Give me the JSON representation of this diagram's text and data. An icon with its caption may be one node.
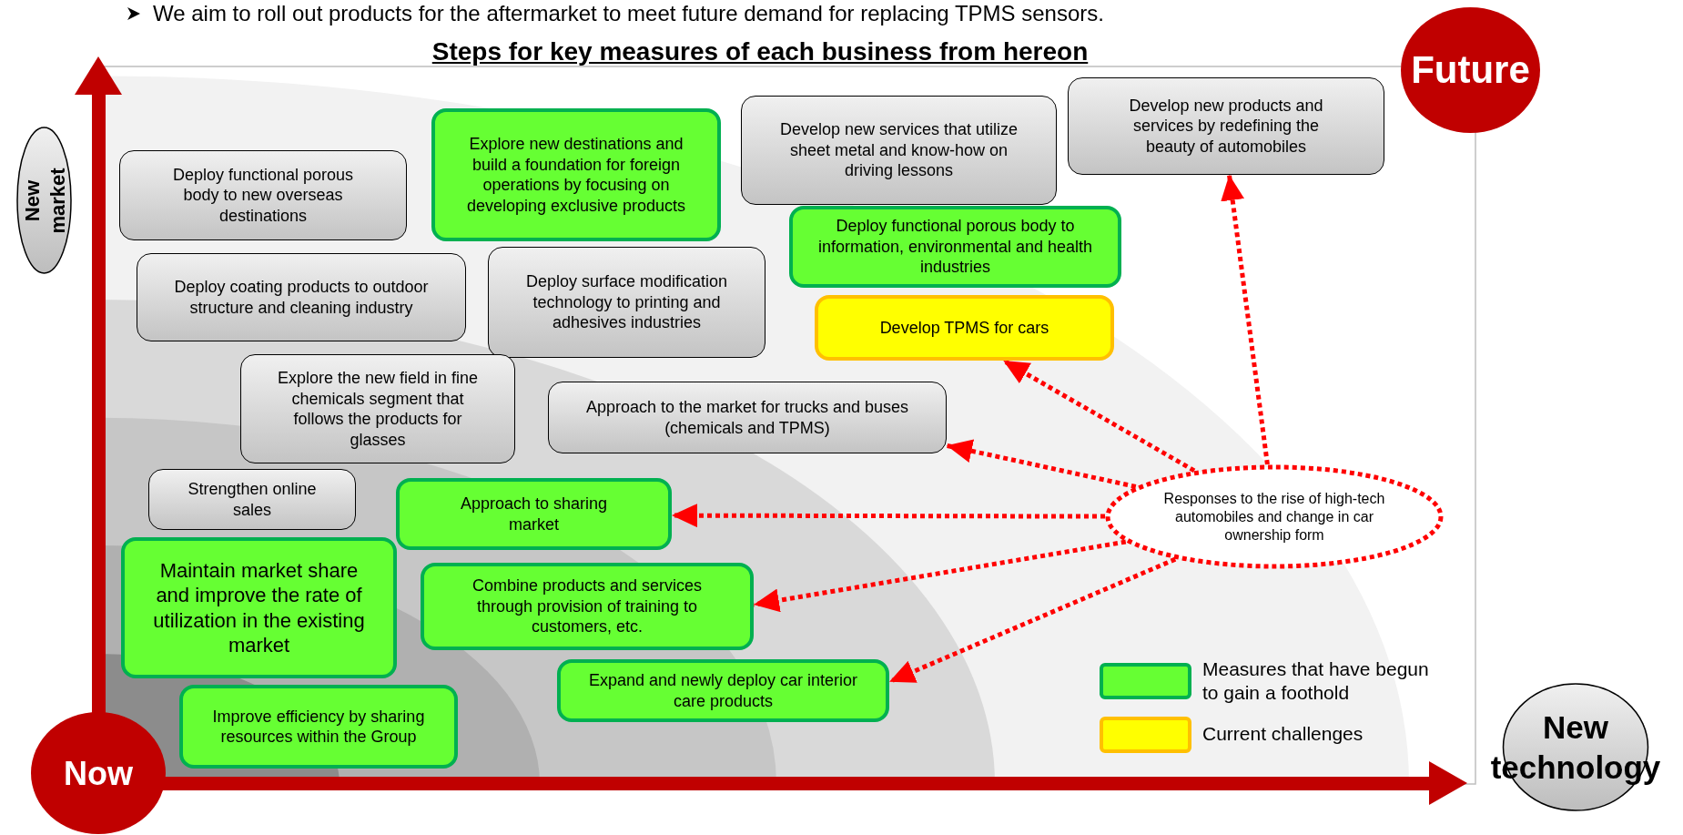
{
  "diagram": {
    "title": "Steps for key measures of each business from hereon",
    "nodes": [
      {
        "text": [
          "Future"
        ]
      },
      {
        "text": [
          "New market"
        ]
      },
      {
        "text": [
          "Now"
        ]
      },
      {
        "text": [
          "New technology"
        ]
      },
      {
        "text": [
          "Deploy functional porous body to new overseas destinations"
        ]
      },
      {
        "text": [
          "Explore new destinations and build a foundation for foreign operations by focusing on developing exclusive products"
        ]
      },
      {
        "text": [
          "Develop new services that utilize sheet metal and know-how on driving lessons"
        ]
      },
      {
        "text": [
          "Develop new products and services by redefining the beauty of automobiles"
        ]
      },
      {
        "text": [
          "Deploy coating products to outdoor structure and cleaning industry"
        ]
      },
      {
        "text": [
          "Deploy surface modification technology to printing and adhesives industries"
        ]
      },
      {
        "text": [
          "Deploy functional porous body to information, environmental and health industries"
        ]
      },
      {
        "text": [
          "Develop TPMS for cars"
        ]
      },
      {
        "text": [
          "Explore the new field in fine chemicals segment that follows the products for glasses"
        ]
      },
      {
        "text": [
          "Approach to the market for trucks and buses (chemicals and TPMS)"
        ]
      },
      {
        "text": [
          "Strengthen online sales"
        ]
      },
      {
        "text": [
          "Approach to sharing market"
        ]
      },
      {
        "text": [
          "Maintain market share and improve the rate of utilization in the existing market"
        ]
      },
      {
        "text": [
          "Combine products and services through provision of training to customers, etc."
        ]
      },
      {
        "text": [
          "Expand and newly deploy car interior care products"
        ]
      },
      {
        "text": [
          "Improve efficiency by sharing resources within the Group"
        ]
      },
      {
        "text": [
          "Responses to the rise of high-tech automobiles and change in car ownership form"
        ]
      }
    ],
    "edges": [
      {
        "from": 20,
        "to": 7,
        "arrow": "to",
        "style": "dashed"
      },
      {
        "from": 20,
        "to": 11,
        "arrow": "to",
        "style": "dashed"
      },
      {
        "from": 20,
        "to": 13,
        "arrow": "to",
        "style": "dashed"
      },
      {
        "from": 20,
        "to": 15,
        "arrow": "to",
        "style": "dashed"
      },
      {
        "from": 20,
        "to": 17,
        "arrow": "to",
        "style": "dashed"
      },
      {
        "from": 20,
        "to": 18,
        "arrow": "to",
        "style": "dashed"
      }
    ],
    "labels": [
      "We aim to roll out products for the aftermarket to meet future demand for replacing TPMS sensors."
    ],
    "legend": [
      {
        "text": "Measures that have begun to gain a foothold",
        "color": "#66ff33"
      },
      {
        "text": "Current challenges",
        "color": "#ffff00"
      }
    ]
  }
}
